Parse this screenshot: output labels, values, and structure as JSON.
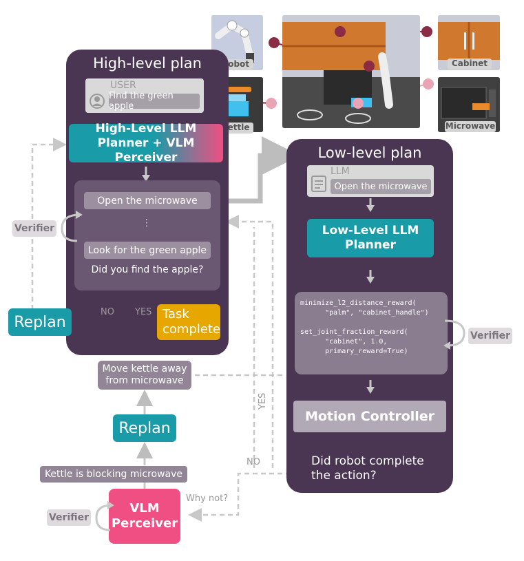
{
  "high_level": {
    "title": "High-level plan",
    "user_label": "USER",
    "user_message": "Find the green apple",
    "planner_line1": "High-Level LLM",
    "planner_line2": "Planner + VLM Perceiver",
    "step1": "Open the microwave",
    "ellipsis": "⋮",
    "step2": "Look for the green apple",
    "question": "Did you find the apple?",
    "no_label": "NO",
    "yes_label": "YES",
    "task_complete_line1": "Task",
    "task_complete_line2": "complete",
    "verifier": "Verifier",
    "replan": "Replan"
  },
  "low_level": {
    "title": "Low-level plan",
    "llm_label": "LLM",
    "llm_message": "Open the microwave",
    "planner_line1": "Low-Level LLM",
    "planner_line2": "Planner",
    "code": "minimize_l2_distance_reward(\n      \"palm\", \"cabinet_handle\")\n\nset_joint_fraction_reward(\n      \"cabinet\", 1.0,\n      primary_reward=True)",
    "verifier": "Verifier",
    "motion_controller": "Motion Controller",
    "question_line1": "Did robot complete",
    "question_line2": "the action?"
  },
  "feedback": {
    "move_kettle_line1": "Move kettle away",
    "move_kettle_line2": "from microwave",
    "replan": "Replan",
    "blocking": "Kettle is blocking microwave",
    "vlm_line1": "VLM",
    "vlm_line2": "Perceiver",
    "verifier": "Verifier",
    "why_not": "Why not?",
    "yes_label": "YES",
    "no_label": "NO"
  },
  "objects": {
    "robot": "Robot",
    "kettle": "Kettle",
    "cabinet": "Cabinet",
    "microwave": "Microwave"
  },
  "colors": {
    "panel": "#4a3552",
    "teal": "#199ba8",
    "pink": "#ef4f82",
    "gold": "#e6a800",
    "marker": "#8b2b45"
  }
}
